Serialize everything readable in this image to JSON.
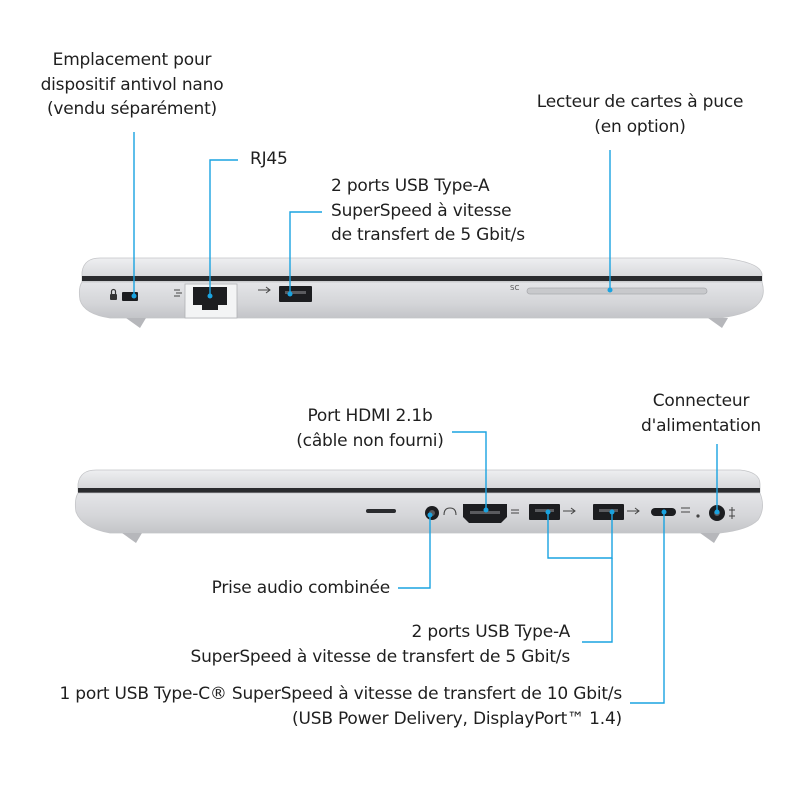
{
  "accent_color": "#1aa3e0",
  "laptop_color": "#d8d9dc",
  "views": [
    {
      "name": "left-side-view",
      "callouts": [
        {
          "id": "lock",
          "lines": [
            "Emplacement pour",
            "dispositif antivol nano",
            "(vendu séparément)"
          ]
        },
        {
          "id": "rj45",
          "lines": [
            "RJ45"
          ]
        },
        {
          "id": "usb_a_left",
          "lines": [
            "2 ports USB Type-A",
            "SuperSpeed à vitesse",
            "de transfert de 5 Gbit/s"
          ]
        },
        {
          "id": "smartcard",
          "lines": [
            "Lecteur de cartes à puce",
            "(en option)"
          ]
        }
      ],
      "port_marks": {
        "smartcard_text": "SC"
      }
    },
    {
      "name": "right-side-view",
      "callouts": [
        {
          "id": "hdmi",
          "lines": [
            "Port HDMI 2.1b",
            "(câble non fourni)"
          ]
        },
        {
          "id": "power",
          "lines": [
            "Connecteur",
            "d'alimentation"
          ]
        },
        {
          "id": "audio",
          "lines": [
            "Prise audio combinée"
          ]
        },
        {
          "id": "usb_a_right",
          "lines": [
            "2 ports USB Type-A",
            "SuperSpeed à vitesse de transfert de 5 Gbit/s"
          ]
        },
        {
          "id": "usb_c",
          "lines": [
            "1 port USB Type-C® SuperSpeed à vitesse de transfert de 10 Gbit/s",
            "(USB Power Delivery, DisplayPort™ 1.4)"
          ]
        }
      ]
    }
  ]
}
